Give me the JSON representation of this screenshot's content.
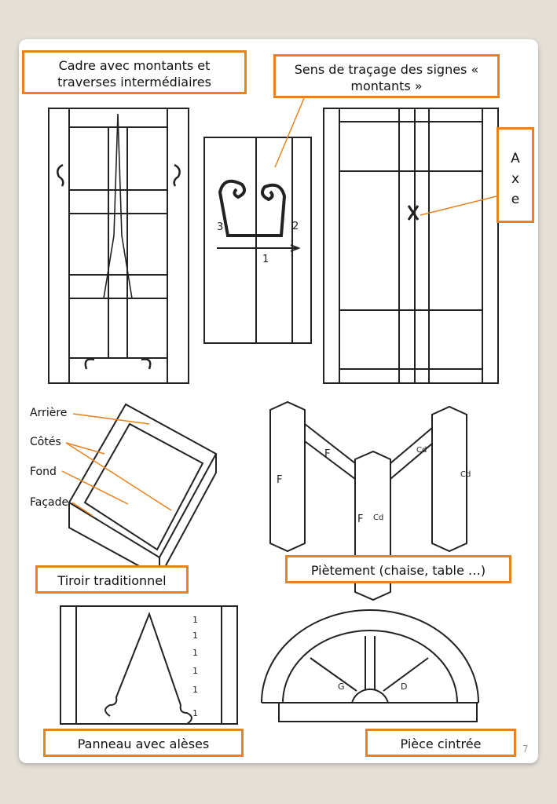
{
  "page_number": "7",
  "captions": {
    "frame": "Cadre avec montants et traverses intermédiaires",
    "tracing": "Sens de traçage des signes « montants »",
    "axis": "A x e",
    "drawer": "Tiroir traditionnel",
    "base": "Piètement (chaise, table …)",
    "panel": "Panneau avec alèses",
    "curved": "Pièce cintrée"
  },
  "drawer_labels": [
    "Arrière",
    "Côtés",
    "Fond",
    "Façade"
  ],
  "sketch_marks": {
    "stroke_numbers": [
      "3",
      "2",
      "1"
    ],
    "base_marks": [
      "F",
      "F",
      "Cd",
      "F",
      "Cd",
      "Cd"
    ],
    "panel_numbers": [
      "1",
      "1",
      "1",
      "1",
      "1",
      "1"
    ],
    "arch_marks": [
      "G",
      "D"
    ]
  },
  "colors": {
    "accent": "#e8821e",
    "ink": "#222222",
    "page": "#ffffff",
    "background": "#e4e0d8"
  }
}
